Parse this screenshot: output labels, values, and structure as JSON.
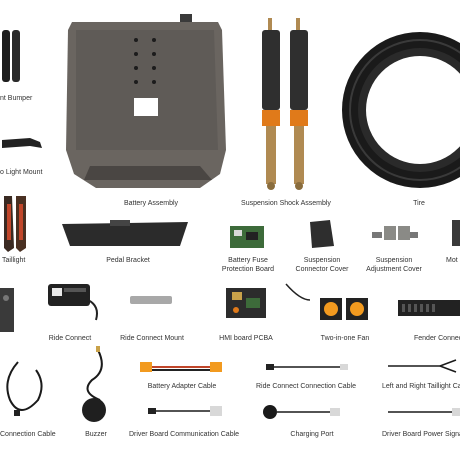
{
  "labels": {
    "front_bumper": "nt Bumper",
    "headlight_mount": "o Light Mount",
    "battery_assembly": "Battery Assembly",
    "suspension_shock": "Suspension Shock Assembly",
    "tire": "Tire",
    "taillight": "Taillight",
    "pedal_bracket": "Pedal Bracket",
    "battery_fuse_1": "Battery Fuse",
    "battery_fuse_2": "Protection Board",
    "susp_connector_1": "Suspension",
    "susp_connector_2": "Connector Cover",
    "susp_adjust_1": "Suspension",
    "susp_adjust_2": "Adjustment Cover",
    "moto": "Mot",
    "ride_connect": "Ride Connect",
    "ride_connect_mount": "Ride Connect Mount",
    "hmi_board": "HMI board PCBA",
    "two_in_one_fan": "Two-in-one Fan",
    "fender_connector": "Fender Connec",
    "battery_adapter_cable": "Battery Adapter Cable",
    "ride_connect_cable": "Ride Connect Connection Cable",
    "left_right_taillight_cable": "Left and Right Taillight Ca",
    "connection_cable": "Connection Cable",
    "buzzer": "Buzzer",
    "driver_board_comm_cable": "Driver Board Communication Cable",
    "charging_port": "Charging Port",
    "driver_board_power_signal": "Driver Board Power Signa"
  },
  "colors": {
    "background": "#ffffff",
    "label_text": "#333333",
    "dark_part": "#2b2b2b",
    "battery_gray": "#5f5b57",
    "shock_gold": "#b08a52",
    "shock_orange": "#e07a1a",
    "fan_orange": "#f29a1f",
    "pcb_green": "#3d6b3a"
  }
}
